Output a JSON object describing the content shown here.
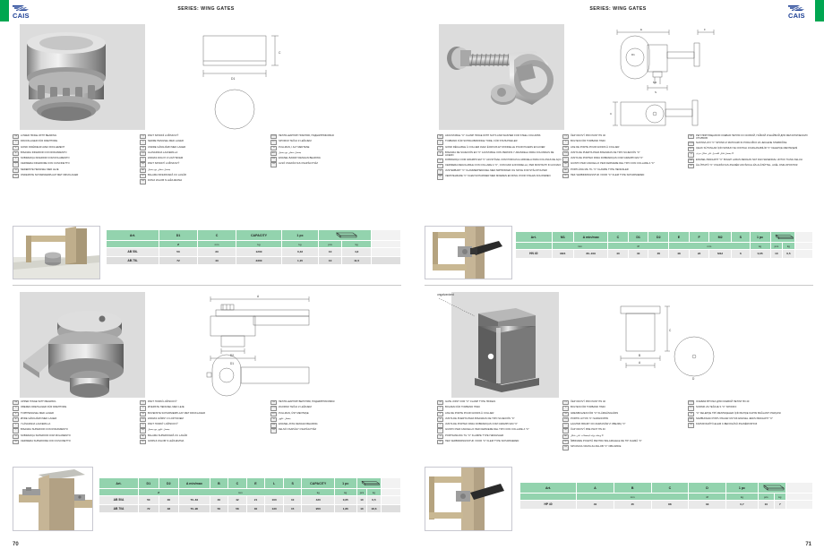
{
  "header": {
    "series": "SERIES: WING GATES",
    "brand": "CAIS"
  },
  "pages": {
    "left_number": "70",
    "right_number": "71"
  },
  "labels": {
    "ungalvanized": "ungalvanized"
  },
  "icons": {
    "pack": "pallet-pack-icon",
    "logo": "cais-logo-icon"
  },
  "sections": {
    "lower_hinge": {
      "product": "lower-hinge-with-bearing",
      "descriptions": [
        {
          "lang": "GB",
          "text": "LOWER HINGE WITH BEARING"
        },
        {
          "lang": "D",
          "text": "DRUCKLAGER FÜR DREHTORE"
        },
        {
          "lang": "F",
          "text": "GOND INFÉRIEUR AVEC ROULEMENT"
        },
        {
          "lang": "E",
          "text": "BISAGRA INFERIOR CON RODAMIENTO"
        },
        {
          "lang": "P",
          "text": "SOBRADIÇA INFERIOR COM ROLAMENTO"
        },
        {
          "lang": "I",
          "text": "CERNIERA INFERIORE CON CUSCINETTO"
        },
        {
          "lang": "N",
          "text": "NEDERSTE HENGSEL MED LEJE"
        },
        {
          "lang": "NL",
          "text": "ONDERSTE SCHARNIERPLAAT MET DRUKLAGER"
        },
        {
          "lang": "CZ",
          "text": "PANT SPODNÍ LOŽISKOVÝ"
        },
        {
          "lang": "S",
          "text": "NEDRE HENGSEL MED LAGER"
        },
        {
          "lang": "SF",
          "text": "UNDRE GÅNGJÄRN MED LAGER"
        },
        {
          "lang": "FIN",
          "text": "ALASARANA LAAKERILLA"
        },
        {
          "lang": "PL",
          "text": "ZAWIAS DOLNY Z ŁOŻYSKIEM"
        },
        {
          "lang": "SK",
          "text": "PANT SPODNÝ LOŽISKOVÝ"
        },
        {
          "lang": "AR",
          "text": "مفصل سفلي مع محمل"
        },
        {
          "lang": "RO",
          "text": "BALAMA INFERIOARĂ CU LAGĂR"
        },
        {
          "lang": "HR",
          "text": "DONJI ZGLOB S LEŽAJEVIMA"
        },
        {
          "lang": "RUS",
          "text": "ПЕТЛЯ-ШАРНИР НИЖНЯЯ, ПОДШИПНИКОВАЯ"
        },
        {
          "lang": "SLO",
          "text": "SPODNJI TEČAJ Z LEŽAJEM"
        },
        {
          "lang": "H",
          "text": "PULLMAN, I ALT MENTESE"
        },
        {
          "lang": "AR2",
          "text": "مفصل سفلي مع محمل"
        },
        {
          "lang": "MAL",
          "text": "ENGSEL BAWAH DENGAN BEARING"
        },
        {
          "lang": "HU",
          "text": "ALSÓ CSAPÁGYAS CSAPÁGYHÁZ"
        }
      ],
      "drawing_dims": [
        "D1",
        "C"
      ],
      "table": {
        "headers": [
          "Art.",
          "D1",
          "C",
          "CAPACITY",
          "1 pc",
          "pack",
          "",
          ""
        ],
        "units": [
          "",
          "Ø",
          "mm",
          "kg",
          "kg",
          "pcs",
          "kg",
          ""
        ],
        "rows": [
          {
            "art": "AB 50L",
            "cells": [
              "50",
              "33",
              "1200",
              "0,43",
              "10",
              "4,3",
              ""
            ]
          },
          {
            "art": "AB 70L",
            "cells": [
              "72",
              "43",
              "2300",
              "1,15",
              "10",
              "11,5",
              ""
            ]
          }
        ]
      }
    },
    "upper_hinge": {
      "product": "upper-hinge-with-bearing",
      "descriptions": [
        {
          "lang": "GB",
          "text": "UPPER HINGE WITH BEARING"
        },
        {
          "lang": "D",
          "text": "OBERES DREHLAGER FÜR DREHTORE"
        },
        {
          "lang": "F",
          "text": "TOPPHENGSEL MED LAGER"
        },
        {
          "lang": "E",
          "text": "ØVRE GÅNGJÄRN MED LAGER"
        },
        {
          "lang": "P",
          "text": "YLÄSARANA LAAKERILLA"
        },
        {
          "lang": "I",
          "text": "BISAGRA SUPERIOR CON RODAMIENTO"
        },
        {
          "lang": "N",
          "text": "SOBRADIÇA SUPERIOR COM ROLAMENTO"
        },
        {
          "lang": "NL",
          "text": "CERNIERA SUPERIORE CON CUSCINETTO"
        },
        {
          "lang": "CZ",
          "text": "PANT HORNÍ LOŽISKOVÝ"
        },
        {
          "lang": "S",
          "text": "ØVERSTE HENGSEL MED LEJE"
        },
        {
          "lang": "SF",
          "text": "BOVENSTE SCHARNIERPLAAT MET DRUKLAGER"
        },
        {
          "lang": "FIN",
          "text": "ZAWIAS GÓRNY Z ŁOŻYSKIEM"
        },
        {
          "lang": "PL",
          "text": "PANT HORNÝ LOŽISKOVÝ"
        },
        {
          "lang": "SK",
          "text": "مفصل علوي مع محمل"
        },
        {
          "lang": "AR",
          "text": "BALAMA SUPERIOARĂ CU LAGĂR"
        },
        {
          "lang": "RO",
          "text": "GORNJI ZGLOB S LEŽAJEVIMA"
        },
        {
          "lang": "HR",
          "text": "ПЕТЛЯ-ШАРНИР ВЕРХНЯЯ, ПОДШИПНИКОВАЯ"
        },
        {
          "lang": "RUS",
          "text": "ZGORNJI TEČAJ Z LEŽAJEM"
        },
        {
          "lang": "SLO",
          "text": "PULLMAN, ÜST MENTEŞE"
        },
        {
          "lang": "H",
          "text": "مفصل علوي"
        },
        {
          "lang": "MAL",
          "text": "ENGSEL ATAS DENGAN BEARING"
        },
        {
          "lang": "HU",
          "text": "FELSŐ CSAPÁGY CSAPÁGYHÁZ"
        }
      ],
      "drawing_dims": [
        "A",
        "D2",
        "D1",
        "L",
        "B",
        "E",
        "S"
      ],
      "table": {
        "headers": [
          "Art.",
          "D1",
          "D2",
          "A min/max",
          "B",
          "C",
          "E",
          "L",
          "S",
          "CAPACITY",
          "1 pc",
          "pack",
          "",
          ""
        ],
        "units": [
          "",
          "Ø",
          "",
          "mm",
          "",
          "",
          "",
          "",
          "",
          "kg",
          "kg",
          "pcs",
          "kg",
          ""
        ],
        "rows": [
          {
            "art": "AB 50A",
            "cells": [
              "50",
              "30",
              "76–84",
              "40",
              "42",
              "21",
              "100",
              "10",
              "420",
              "0,65",
              "10",
              "6,5",
              ""
            ]
          },
          {
            "art": "AB 70A",
            "cells": [
              "72",
              "38",
              "70–90",
              "50",
              "58",
              "30",
              "130",
              "15",
              "950",
              "1,86",
              "10",
              "18,6",
              ""
            ]
          }
        ]
      }
    },
    "clamp_hinge": {
      "product": "adjustable-c-clamp-hinge",
      "descriptions": [
        {
          "lang": "GB",
          "text": "ADJUSTABLE \"C\" CLAMP HINGE WITH NUTS AND WASHER FOR STEEL COLUMNS"
        },
        {
          "lang": "D",
          "text": "TORBAND FÜR SCHRAUBZWINGE TORE, FÜR STAHLPFEILER"
        },
        {
          "lang": "F",
          "text": "GOND RÉGLABLE À COLLIER AVEC ÉCROUS ET RONDELLE POUR PILIERS EN ACIER"
        },
        {
          "lang": "E",
          "text": "BISAGRA DE SUJECIÓN EN \"C\" AJUSTABLE CON PERNOS Y ARANDELA PARA COLUMNAS DE ACERO"
        },
        {
          "lang": "P",
          "text": "DOBRADIÇA COM GRAMPO EM \"C\" AJUSTÁVEL COM PORCAS E ARRUELA PARA COLUNAS DE AÇO"
        },
        {
          "lang": "I",
          "text": "CERNIERA REGOLABILE CON COLLARE A \"C\", CON DADI E RONDELLA, PER MONTANTI IN ACCIAIO"
        },
        {
          "lang": "N",
          "text": "JUSTERBART \"C\" KLAMMERHENGSEL MED MØTRIKKER OG SKIVE FOR STÅLSTOLPER"
        },
        {
          "lang": "NL",
          "text": "VERSTELBARE \"C\" KLEM SCHARNIER MED MOEREN EN RING VOOR STALEN KOLOMMEN"
        },
        {
          "lang": "CZ",
          "text": "ČEP ODOVÝ PRO PANT HN 40"
        },
        {
          "lang": "S",
          "text": "BOLTEN FÖR TORBAND HN40"
        },
        {
          "lang": "SF",
          "text": "AXE DE PORTE POUR GONDS À COLLIER"
        },
        {
          "lang": "FIN",
          "text": "JUNTA DE PUERTA PARA BISAGRAS DE TIPO SUJECIÓN \"C\""
        },
        {
          "lang": "PL",
          "text": "JUNTA DE PORTEO PARA DOBRADIÇAS COM GRAMPO EM \"C\""
        },
        {
          "lang": "SK",
          "text": "GIUNTO PER CANCELLO PER CERNIERE DEL TIPO CON COLLARE A \"C\""
        },
        {
          "lang": "AR",
          "text": "PORTLÅNG MIL TIL \"C\" KLAMPE TYPE HENGSLER"
        },
        {
          "lang": "RO",
          "text": "HEK VERBINDINGSSTUK VOOR \"C\" KLEM TYPE SCHARNIEREN"
        },
        {
          "lang": "HR",
          "text": "РЕГУЛИРУЮЩАЯСЯ ОСЕВАЯ ПЕТЛЯ СО СКОБОЙ, ГАЙКОЙ И ШАЙБОЙ ДЛЯ МЕТАЛЛИЧЕСКИХ СТОЛБОВ"
        },
        {
          "lang": "RUS",
          "text": "NASTAVLJIVI \"C\" SPONKI Z MATICAMI IN PODLOŽKO ZA JEKLENE STEBRIČKE"
        },
        {
          "lang": "SLO",
          "text": "ÇELIK SÜTUNLAR İÇİN SOMUN VE CONTALI AYARLANABİLİR \"C\" KELEPÇE MENTEŞESİ"
        },
        {
          "lang": "H",
          "text": "مفصل قابل للتعديل على شكل حرف C"
        },
        {
          "lang": "MAL",
          "text": "ENGSEL PENGAPIT \"C\" BOLEH LARAS DENGAN NAT DAN SESENDAL UNTUK TIANG KELULI"
        },
        {
          "lang": "HU",
          "text": "ÁLLÍTHATÓ \"C\" CSAPÁGYAS ZSANÉR ANYÁKKAL ÉS ALÁTÉTTEL, ACÉL OSZLOPOKHOZ"
        }
      ],
      "table": {
        "headers": [
          "Art.",
          "M1",
          "A min/max",
          "C",
          "D1",
          "D2",
          "E",
          "F",
          "M2",
          "S",
          "1 pc",
          "pack",
          "",
          ""
        ],
        "units": [
          "",
          "mm",
          "",
          "",
          "Ø",
          "",
          "mm",
          "",
          "",
          "",
          "kg",
          "pcs",
          "kg",
          ""
        ],
        "rows": [
          {
            "art": "HN 40",
            "cells": [
              "M24",
              "80–109",
              "40",
              "40",
              "35",
              "48",
              "22",
              "M12",
              "6",
              "0,65",
              "10",
              "6,5",
              ""
            ]
          }
        ]
      }
    },
    "gate_joint": {
      "product": "gate-joint-for-c-clamp-type-hinges",
      "descriptions": [
        {
          "lang": "GB",
          "text": "GATE JOINT FOR \"C\" CLAMP TYPE HINGES"
        },
        {
          "lang": "D",
          "text": "BOLZEN FÜR TORBAND HN40"
        },
        {
          "lang": "F",
          "text": "AXE DE PORTE POUR GONDS À COLLIER"
        },
        {
          "lang": "E",
          "text": "JUNTA DE PUERTA PARA BISAGRAS DE TIPO SUJECIÓN \"C\""
        },
        {
          "lang": "P",
          "text": "JUNTA DE PORTEO PARA DOBRADIÇAS COM GRAMPO EM \"C\""
        },
        {
          "lang": "I",
          "text": "GIUNTO PER CANCELLO PER CERNIERE DEL TIPO CON COLLARE A \"C\""
        },
        {
          "lang": "N",
          "text": "PORTSAMLING TIL \"C\" KLAMPE TYPE HÆNGSLER"
        },
        {
          "lang": "NL",
          "text": "HEK VERBINDINGSSTUK VOOR \"C\" KLEM TYPE SCHARNIEREN"
        },
        {
          "lang": "CZ",
          "text": "ČEP ODOVÝ PRO PANT HN 40"
        },
        {
          "lang": "S",
          "text": "BOLTEN FÖR TORBAND HN40"
        },
        {
          "lang": "SF",
          "text": "GRENBOLZEN FÖR \"C\" KLÄMGÅNGJÄRN"
        },
        {
          "lang": "FIN",
          "text": "PORTIN LIITOS \"C\"-SARANOIHIN"
        },
        {
          "lang": "PL",
          "text": "ŁĄCZNIK BRAMY DO ZAWIASÓW Z OBEJMĄ \"C\""
        },
        {
          "lang": "SK",
          "text": "ČAP ODOVÝ PRE PANT HN 40"
        },
        {
          "lang": "AR",
          "text": "وصلة بوابة لمفصلات على شكل C"
        },
        {
          "lang": "RO",
          "text": "ÎMBINARE POARTĂ PENTRU BALAMALELE DE TIP CLEMĂ \"C\""
        },
        {
          "lang": "HR",
          "text": "SPOJNICA VRATA ZA ZGLOB \"C\" OBUJMICE"
        },
        {
          "lang": "RUS",
          "text": "ОСЕВАЯ ВТУЛКА ДЛЯ ОСЕВОЙ ПЕТЛИ HN 40"
        },
        {
          "lang": "SLO",
          "text": "SORNIK ZA TEČAJE S \"C\" SPONKO"
        },
        {
          "lang": "H",
          "text": "\"C\" KELEPÇE TİPİ MENTEŞELER İÇİN BAHÇE KAPISI BAĞLANTI PARÇASI"
        },
        {
          "lang": "MAL",
          "text": "SAMBUNGAN PINTU PAGAR UNTUK ENGSEL JENIS PENGAPIT \"C\""
        },
        {
          "lang": "HU",
          "text": "KAPUROGZÍTŐ-ELEM C-BEFOGÁSÚ ZSANÉROKHOZ"
        }
      ],
      "table": {
        "headers": [
          "Art.",
          "A",
          "B",
          "C",
          "D",
          "1 pc",
          "pack",
          "",
          ""
        ],
        "units": [
          "",
          "mm",
          "",
          "",
          "Ø",
          "kg",
          "pcs",
          "kg",
          ""
        ],
        "rows": [
          {
            "art": "HP 40",
            "cells": [
              "40",
              "45",
              "88",
              "33",
              "0,7",
              "10",
              "7",
              ""
            ]
          }
        ]
      }
    }
  },
  "colors": {
    "table_header": "#93d3ae",
    "table_data": "#e9e9e9",
    "brand_blue": "#1c3f94",
    "spine_green": "#00a651"
  }
}
